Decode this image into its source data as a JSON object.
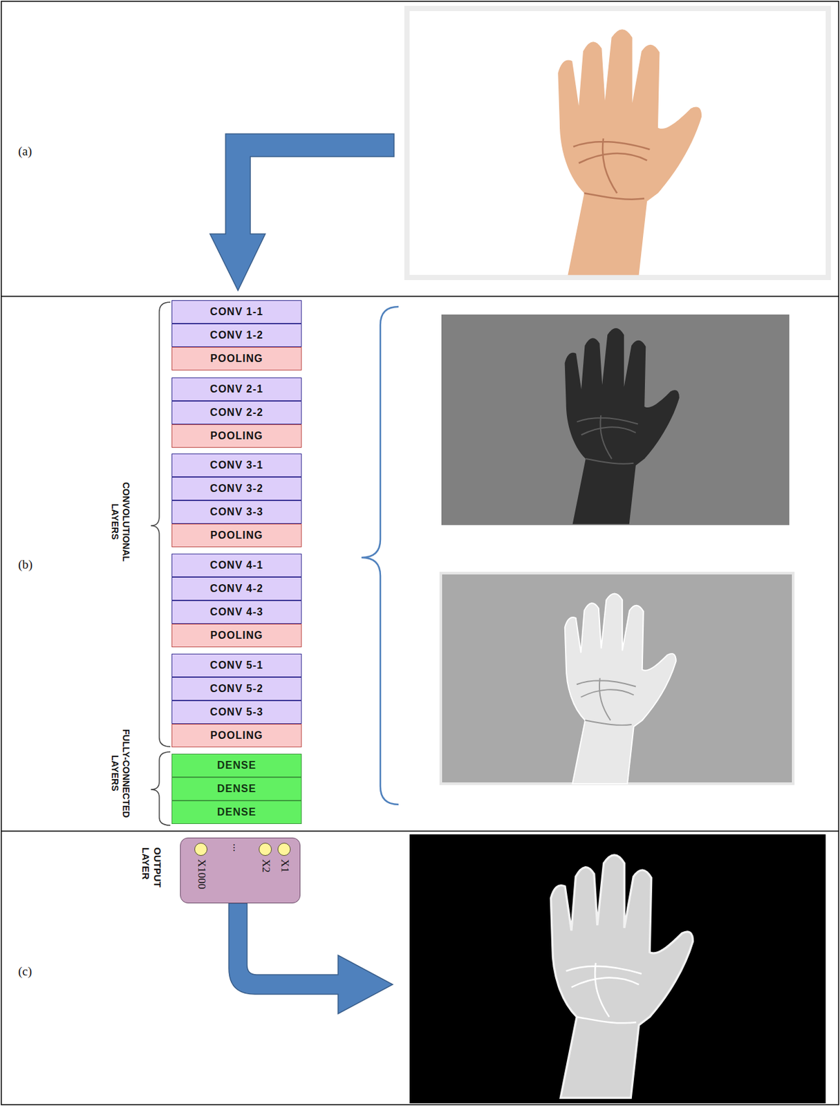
{
  "diagram": {
    "nodes": [
      {
        "text": [
          "CONV 1-1"
        ]
      },
      {
        "text": [
          "CONV 1-2"
        ]
      },
      {
        "text": [
          "POOLING"
        ]
      },
      {
        "text": [
          "CONV 2-1"
        ]
      },
      {
        "text": [
          "CONV 2-2"
        ]
      },
      {
        "text": [
          "POOLING"
        ]
      },
      {
        "text": [
          "CONV 3-1"
        ]
      },
      {
        "text": [
          "CONV 3-2"
        ]
      },
      {
        "text": [
          "CONV 3-3"
        ]
      },
      {
        "text": [
          "POOLING"
        ]
      },
      {
        "text": [
          "CONV 4-1"
        ]
      },
      {
        "text": [
          "CONV 4-2"
        ]
      },
      {
        "text": [
          "CONV 4-3"
        ]
      },
      {
        "text": [
          "POOLING"
        ]
      },
      {
        "text": [
          "CONV 5-1"
        ]
      },
      {
        "text": [
          "CONV 5-2"
        ]
      },
      {
        "text": [
          "CONV 5-3"
        ]
      },
      {
        "text": [
          "POOLING"
        ]
      },
      {
        "text": [
          "DENSE"
        ]
      },
      {
        "text": [
          "DENSE"
        ]
      },
      {
        "text": [
          "DENSE"
        ]
      },
      {
        "text": [
          "OUTPUT LAYER",
          "X1",
          "X2",
          "...",
          "X1000"
        ]
      }
    ],
    "labels": [
      "(a)",
      "(b)",
      "CONVOLUTIONAL LAYERS",
      "FULLY-CONNECTED LAYERS",
      "(c)"
    ]
  }
}
